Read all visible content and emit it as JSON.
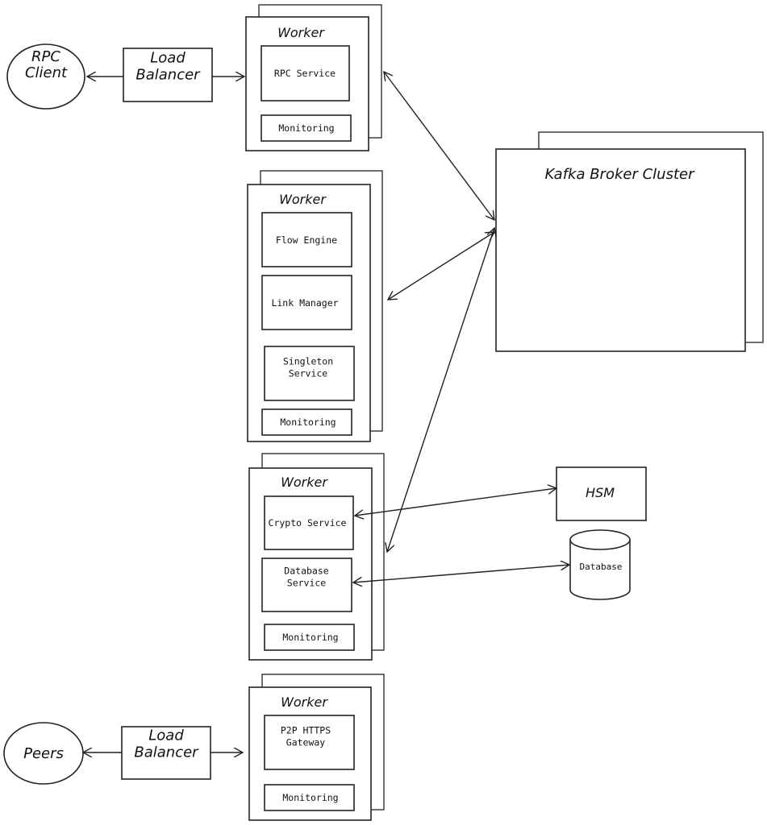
{
  "clients": {
    "rpc_client": "RPC\nClient",
    "peers": "Peers"
  },
  "load_balancers": {
    "top": "Load\nBalancer",
    "bottom": "Load\nBalancer"
  },
  "kafka": {
    "title": "Kafka Broker Cluster"
  },
  "workers": [
    {
      "title": "Worker",
      "services": [
        "RPC Service",
        "Monitoring"
      ]
    },
    {
      "title": "Worker",
      "services": [
        "Flow Engine",
        "Link Manager",
        "Singleton\nService",
        "Monitoring"
      ]
    },
    {
      "title": "Worker",
      "services": [
        "Crypto Service",
        "Database\nService",
        "Monitoring"
      ]
    },
    {
      "title": "Worker",
      "services": [
        "P2P HTTPS\nGateway",
        "Monitoring"
      ]
    }
  ],
  "hsm": "HSM",
  "database": "Database",
  "colors": {
    "stroke": "#222222",
    "background": "#ffffff"
  }
}
